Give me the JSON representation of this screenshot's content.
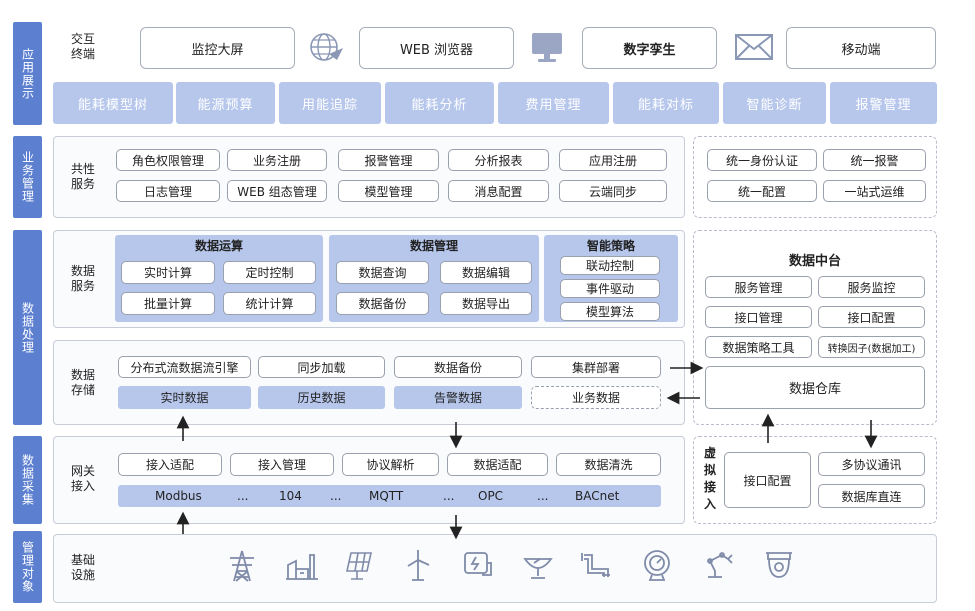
{
  "sidebar": {
    "app": "应用展示",
    "business": "业务管理",
    "data": "数据处理",
    "collect": "数据采集",
    "managed": "管理对象"
  },
  "terminals": {
    "label": "交互终端",
    "items": [
      "监控大屏",
      "WEB 浏览器",
      "数字孪生",
      "移动端"
    ]
  },
  "modules": [
    "能耗模型树",
    "能源预算",
    "用能追踪",
    "能耗分析",
    "费用管理",
    "能耗对标",
    "智能诊断",
    "报警管理"
  ],
  "common": {
    "label": "共性服务",
    "items": [
      "角色权限管理",
      "业务注册",
      "报警管理",
      "分析报表",
      "应用注册",
      "日志管理",
      "WEB 组态管理",
      "模型管理",
      "消息配置",
      "云端同步"
    ],
    "right": [
      "统一身份认证",
      "统一报警",
      "统一配置",
      "一站式运维"
    ]
  },
  "service": {
    "label": "数据服务",
    "ops": {
      "title": "数据运算",
      "items": [
        "实时计算",
        "定时控制",
        "批量计算",
        "统计计算"
      ]
    },
    "mgmt": {
      "title": "数据管理",
      "items": [
        "数据查询",
        "数据编辑",
        "数据备份",
        "数据导出"
      ]
    },
    "strategy": {
      "title": "智能策略",
      "items": [
        "联动控制",
        "事件驱动",
        "模型算法"
      ]
    }
  },
  "storage": {
    "label": "数据存储",
    "row1": [
      "分布式流数据流引擎",
      "同步加载",
      "数据备份",
      "集群部署"
    ],
    "row2": [
      "实时数据",
      "历史数据",
      "告警数据",
      "业务数据"
    ]
  },
  "platform": {
    "title": "数据中台",
    "items": [
      "服务管理",
      "服务监控",
      "接口管理",
      "接口配置",
      "数据策略工具",
      "转换因子(数据加工)"
    ],
    "warehouse": "数据仓库"
  },
  "gateway": {
    "label": "网关接入",
    "items": [
      "接入适配",
      "接入管理",
      "协议解析",
      "数据适配",
      "数据清洗"
    ],
    "protocols": [
      "Modbus",
      "...",
      "104",
      "...",
      "MQTT",
      "...",
      "OPC",
      "...",
      "BACnet"
    ]
  },
  "virtual": {
    "label": "虚拟接入",
    "iface": "接口配置",
    "items": [
      "多协议通讯",
      "数据库直连"
    ]
  },
  "infra": {
    "label": "基础设施",
    "icons": [
      "power-tower-icon",
      "factory-icon",
      "solar-panel-icon",
      "wind-turbine-icon",
      "meter-icon",
      "satellite-dish-icon",
      "pipe-icon",
      "gauge-icon",
      "robot-arm-icon",
      "camera-icon"
    ]
  },
  "colors": {
    "accent": "#5c7fd0",
    "fill": "#b7c7ec"
  }
}
